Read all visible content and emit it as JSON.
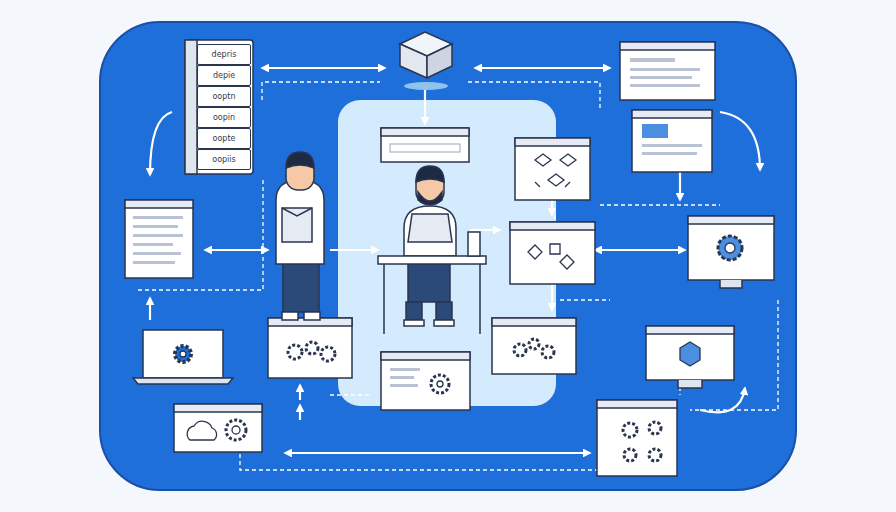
{
  "diagram": {
    "nodes": [
      {
        "text": [
          "depris"
        ]
      },
      {
        "text": [
          "depie"
        ]
      },
      {
        "text": [
          "ooptn"
        ]
      },
      {
        "text": [
          "oopin"
        ]
      },
      {
        "text": [
          "oopte"
        ]
      },
      {
        "text": [
          "oopiis"
        ]
      }
    ]
  }
}
